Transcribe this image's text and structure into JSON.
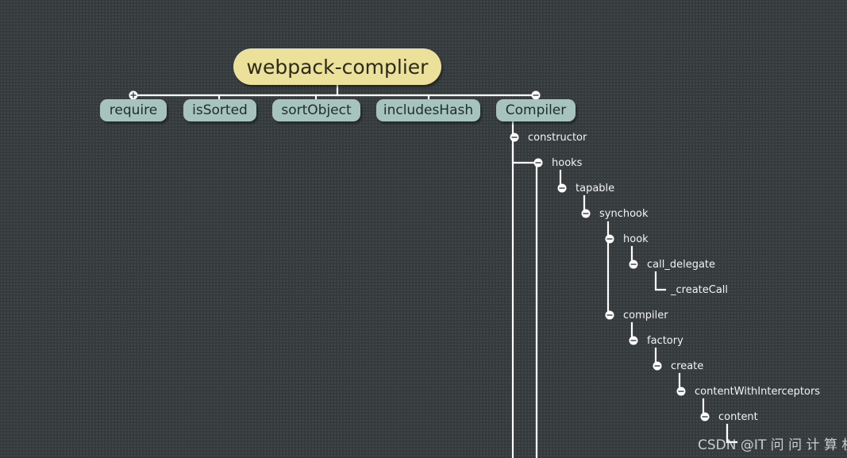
{
  "root": {
    "label": "webpack-complier"
  },
  "main_topics": [
    {
      "label": "require",
      "marker": "plus"
    },
    {
      "label": "isSorted"
    },
    {
      "label": "sortObject"
    },
    {
      "label": "includesHash"
    },
    {
      "label": "Compiler",
      "marker": "minus"
    }
  ],
  "subtopics": [
    {
      "label": "constructor",
      "marker": "minus"
    },
    {
      "label": "hooks",
      "marker": "minus"
    },
    {
      "label": "tapable",
      "marker": "minus"
    },
    {
      "label": "synchook",
      "marker": "minus"
    },
    {
      "label": "hook",
      "marker": "minus"
    },
    {
      "label": "call_delegate",
      "marker": "minus"
    },
    {
      "label": "_createCall"
    },
    {
      "label": "compiler",
      "marker": "minus"
    },
    {
      "label": "factory",
      "marker": "minus"
    },
    {
      "label": "create",
      "marker": "minus"
    },
    {
      "label": "contentWithInterceptors",
      "marker": "minus"
    },
    {
      "label": "content",
      "marker": "minus"
    }
  ],
  "watermark": {
    "text": "CSDN @IT 问 问 计 算 机"
  },
  "colors": {
    "background": "#353b3d",
    "root_fill": "#ebe19b",
    "topic_fill": "#a6c3be",
    "connector": "#ffffff",
    "label_text": "#f3f3f3"
  }
}
